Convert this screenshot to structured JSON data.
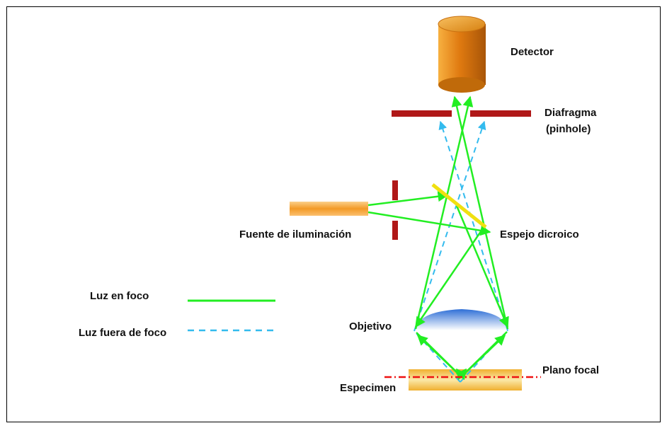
{
  "labels": {
    "detector": "Detector",
    "diafragma": "Diafragma",
    "pinhole": "(pinhole)",
    "fuente": "Fuente de iluminación",
    "espejo": "Espejo dicroico",
    "luz_en_foco": "Luz en foco",
    "luz_fuera": "Luz fuera de  foco",
    "objetivo": "Objetivo",
    "plano_focal": "Plano focal",
    "especimen": "Especimen"
  },
  "colors": {
    "in_focus_ray": "#22ee22",
    "out_of_focus_ray": "#33bbee",
    "pinhole_bar": "#b01818",
    "focal_plane": "#ee1111",
    "mirror": "#f0e010",
    "detector_body": "#e08a18",
    "source_bar": "#f4a030",
    "specimen": "#f2c85a",
    "lens": "#5a90e0"
  },
  "icons": {
    "detector": "cylinder-icon",
    "source": "light-source-bar",
    "lens": "objective-lens",
    "mirror": "dichroic-mirror"
  }
}
